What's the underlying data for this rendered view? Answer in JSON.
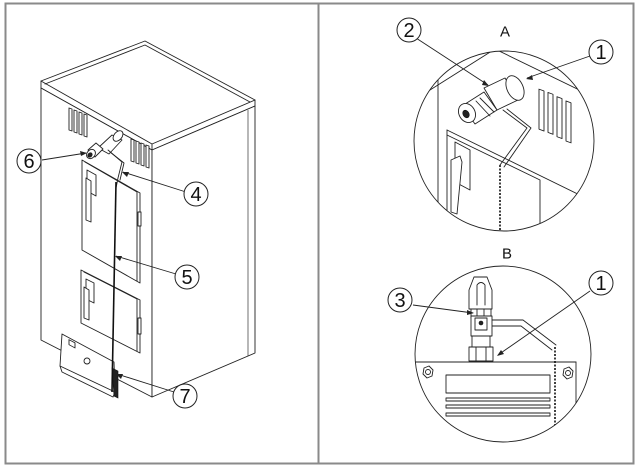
{
  "figure": {
    "panels": [
      {
        "id": "overview",
        "description": "Isometric view of boiler cabinet with regulator mounted on top and chain running down to ash-pan door"
      },
      {
        "id": "detail-a",
        "view_label": "A"
      },
      {
        "id": "detail-b",
        "view_label": "B"
      }
    ],
    "callouts": {
      "overview": [
        {
          "number": "6"
        },
        {
          "number": "4"
        },
        {
          "number": "5"
        },
        {
          "number": "7"
        }
      ],
      "detail_a": [
        {
          "number": "2"
        },
        {
          "number": "1"
        }
      ],
      "detail_b": [
        {
          "number": "3"
        },
        {
          "number": "1"
        }
      ]
    },
    "colors": {
      "line": "#222222",
      "frame": "#8a8a8a",
      "background": "#ffffff"
    }
  }
}
